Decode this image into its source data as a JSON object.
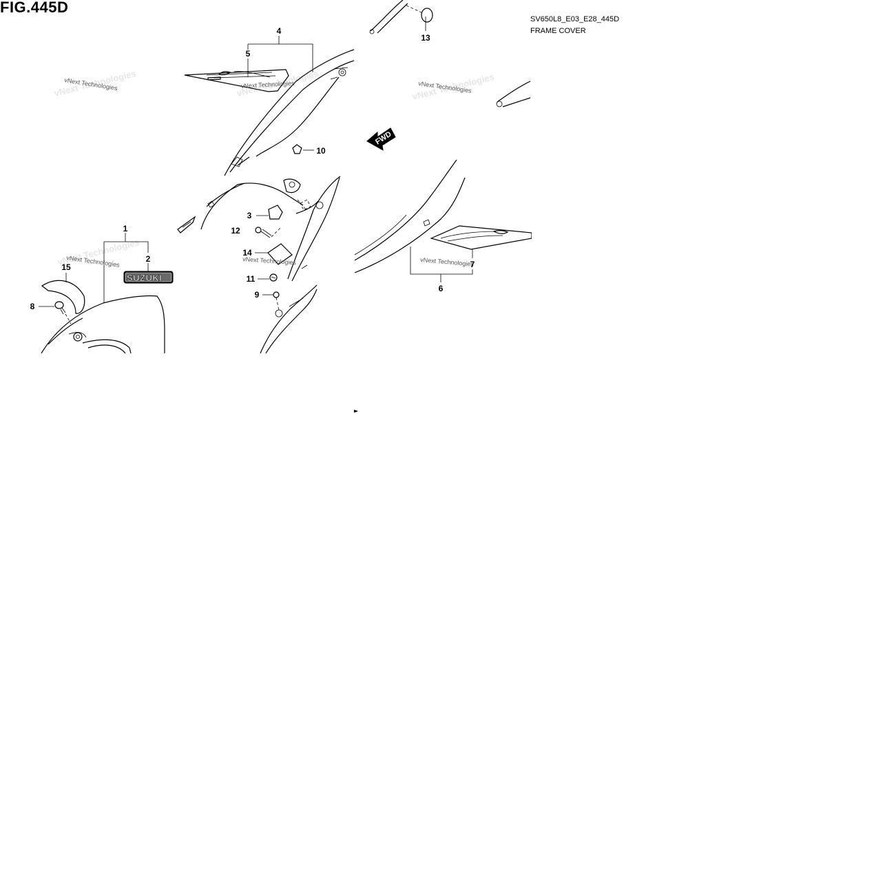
{
  "figure": {
    "title": "FIG.445D",
    "model_code": "SV650L8_E03_E28_445D",
    "name": "FRAME COVER"
  },
  "watermark": "vNext Technologies",
  "fwd_label": "FWD",
  "emblem_text": "SUZUKI",
  "callouts": {
    "c1": "1",
    "c2": "2",
    "c3": "3",
    "c4": "4",
    "c5": "5",
    "c6": "6",
    "c7": "7",
    "c8": "8",
    "c9": "9",
    "c10": "10",
    "c11": "11",
    "c12": "12",
    "c13": "13",
    "c14": "14",
    "c15": "15"
  }
}
